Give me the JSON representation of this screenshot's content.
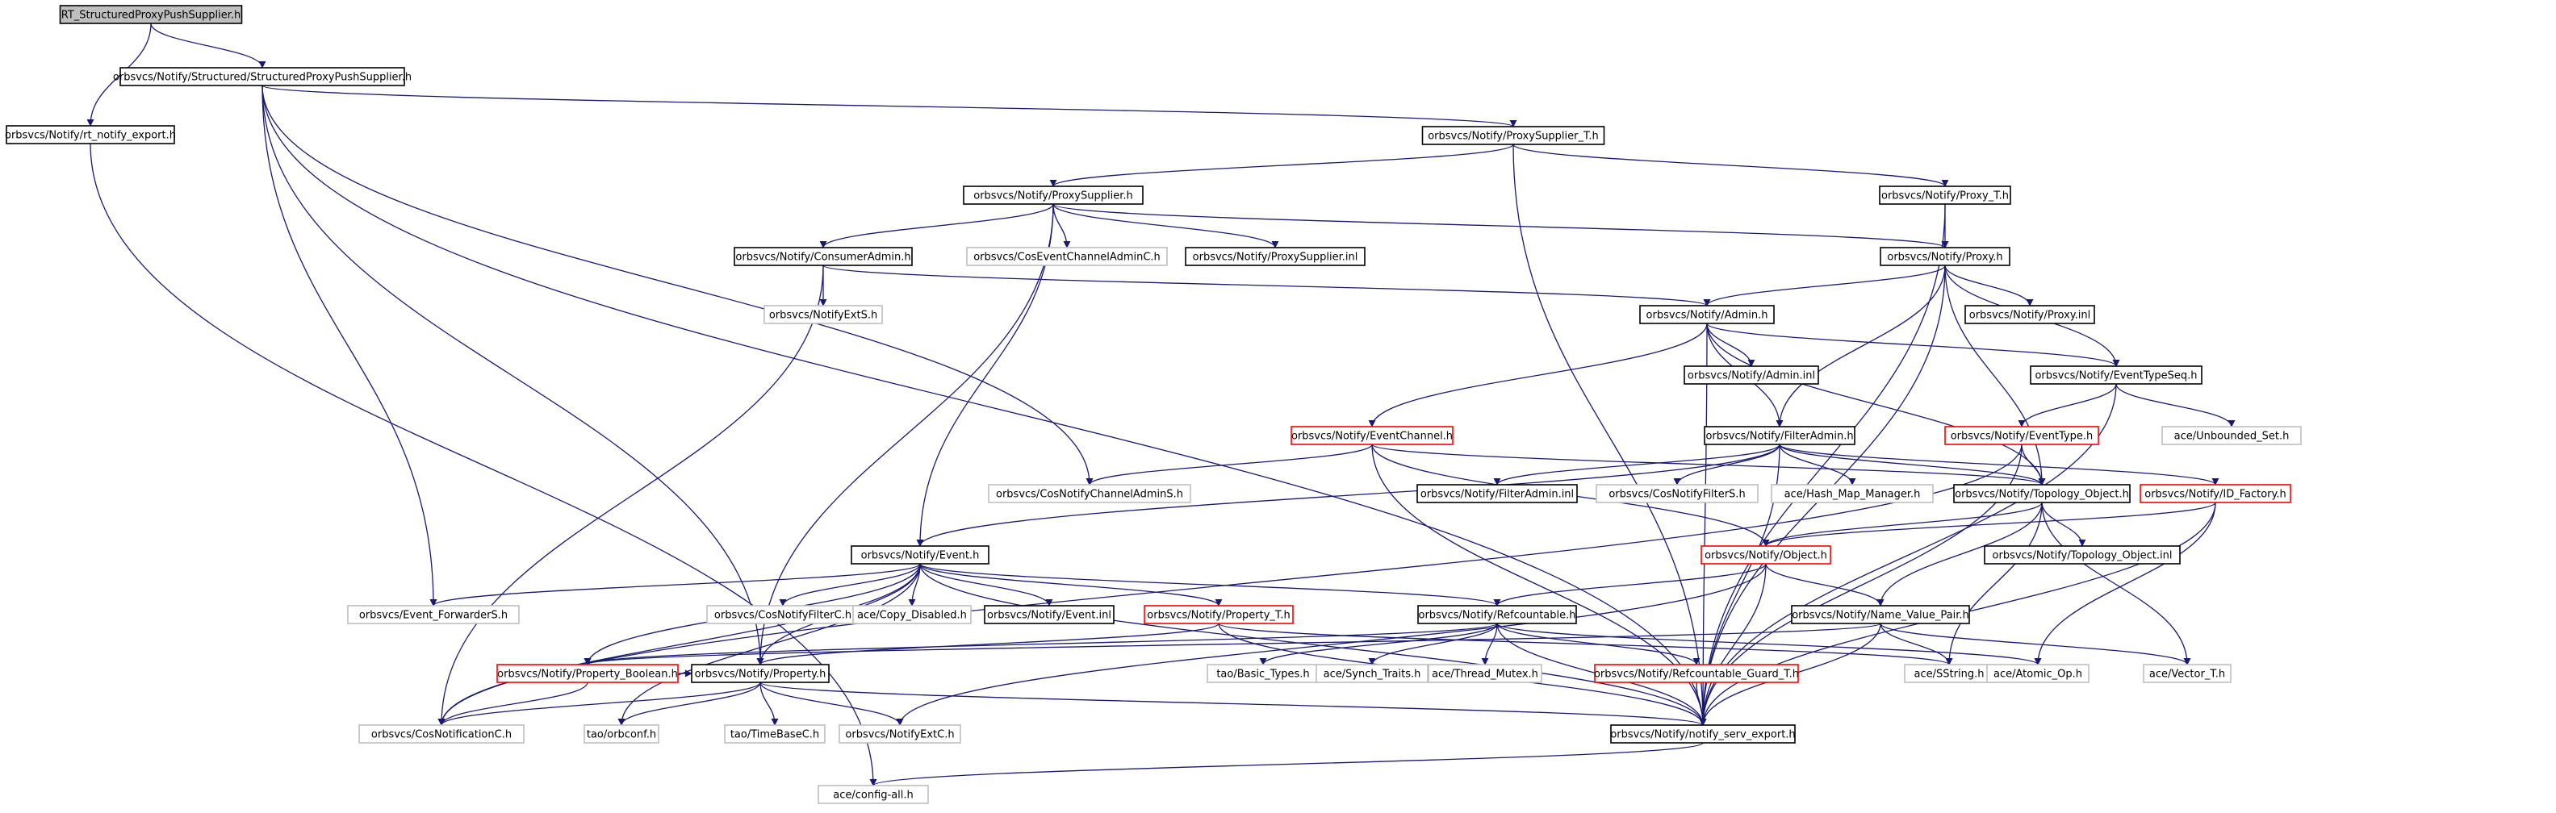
{
  "colors": {
    "edge": "#191970",
    "node_black_border": "#000000",
    "node_red_border": "#ff0000",
    "node_gray_border": "#bfbfbf",
    "root_fill": "#bfbfbf",
    "text": "#000000"
  },
  "nodes": [
    {
      "id": "root",
      "label": "RT_StructuredProxyPushSupplier.h",
      "style": "root"
    },
    {
      "id": "spps",
      "label": "orbsvcs/Notify/Structured/StructuredProxyPushSupplier.h",
      "style": "black"
    },
    {
      "id": "rtexp",
      "label": "orbsvcs/Notify/rt_notify_export.h",
      "style": "black"
    },
    {
      "id": "pst",
      "label": "orbsvcs/Notify/ProxySupplier_T.h",
      "style": "black"
    },
    {
      "id": "ps",
      "label": "orbsvcs/Notify/ProxySupplier.h",
      "style": "black"
    },
    {
      "id": "pt",
      "label": "orbsvcs/Notify/Proxy_T.h",
      "style": "black"
    },
    {
      "id": "ca",
      "label": "orbsvcs/Notify/ConsumerAdmin.h",
      "style": "black"
    },
    {
      "id": "cecac",
      "label": "orbsvcs/CosEventChannelAdminC.h",
      "style": "gray"
    },
    {
      "id": "psinl",
      "label": "orbsvcs/Notify/ProxySupplier.inl",
      "style": "black"
    },
    {
      "id": "proxy",
      "label": "orbsvcs/Notify/Proxy.h",
      "style": "black"
    },
    {
      "id": "nexts",
      "label": "orbsvcs/NotifyExtS.h",
      "style": "gray"
    },
    {
      "id": "admin",
      "label": "orbsvcs/Notify/Admin.h",
      "style": "black"
    },
    {
      "id": "proxyinl",
      "label": "orbsvcs/Notify/Proxy.inl",
      "style": "black"
    },
    {
      "id": "admininl",
      "label": "orbsvcs/Notify/Admin.inl",
      "style": "black"
    },
    {
      "id": "ets",
      "label": "orbsvcs/Notify/EventTypeSeq.h",
      "style": "black"
    },
    {
      "id": "ec",
      "label": "orbsvcs/Notify/EventChannel.h",
      "style": "red"
    },
    {
      "id": "fa",
      "label": "orbsvcs/Notify/FilterAdmin.h",
      "style": "black"
    },
    {
      "id": "et",
      "label": "orbsvcs/Notify/EventType.h",
      "style": "red"
    },
    {
      "id": "ubs",
      "label": "ace/Unbounded_Set.h",
      "style": "gray"
    },
    {
      "id": "cncas",
      "label": "orbsvcs/CosNotifyChannelAdminS.h",
      "style": "gray"
    },
    {
      "id": "fainl",
      "label": "orbsvcs/Notify/FilterAdmin.inl",
      "style": "black"
    },
    {
      "id": "cnfs",
      "label": "orbsvcs/CosNotifyFilterS.h",
      "style": "gray"
    },
    {
      "id": "hmm",
      "label": "ace/Hash_Map_Manager.h",
      "style": "gray"
    },
    {
      "id": "topo",
      "label": "orbsvcs/Notify/Topology_Object.h",
      "style": "black"
    },
    {
      "id": "idf",
      "label": "orbsvcs/Notify/ID_Factory.h",
      "style": "red"
    },
    {
      "id": "event",
      "label": "orbsvcs/Notify/Event.h",
      "style": "black"
    },
    {
      "id": "obj",
      "label": "orbsvcs/Notify/Object.h",
      "style": "red"
    },
    {
      "id": "topoinl",
      "label": "orbsvcs/Notify/Topology_Object.inl",
      "style": "black"
    },
    {
      "id": "efs",
      "label": "orbsvcs/Event_ForwarderS.h",
      "style": "gray"
    },
    {
      "id": "cnfc",
      "label": "orbsvcs/CosNotifyFilterC.h",
      "style": "gray"
    },
    {
      "id": "cd",
      "label": "ace/Copy_Disabled.h",
      "style": "gray"
    },
    {
      "id": "eventinl",
      "label": "orbsvcs/Notify/Event.inl",
      "style": "black"
    },
    {
      "id": "propt",
      "label": "orbsvcs/Notify/Property_T.h",
      "style": "red"
    },
    {
      "id": "ref",
      "label": "orbsvcs/Notify/Refcountable.h",
      "style": "black"
    },
    {
      "id": "nvp",
      "label": "orbsvcs/Notify/Name_Value_Pair.h",
      "style": "black"
    },
    {
      "id": "propb",
      "label": "orbsvcs/Notify/Property_Boolean.h",
      "style": "red"
    },
    {
      "id": "prop",
      "label": "orbsvcs/Notify/Property.h",
      "style": "black"
    },
    {
      "id": "tbt",
      "label": "tao/Basic_Types.h",
      "style": "gray"
    },
    {
      "id": "st",
      "label": "ace/Synch_Traits.h",
      "style": "gray"
    },
    {
      "id": "tm",
      "label": "ace/Thread_Mutex.h",
      "style": "gray"
    },
    {
      "id": "rgt",
      "label": "orbsvcs/Notify/Refcountable_Guard_T.h",
      "style": "red"
    },
    {
      "id": "sstr",
      "label": "ace/SString.h",
      "style": "gray"
    },
    {
      "id": "aop",
      "label": "ace/Atomic_Op.h",
      "style": "gray"
    },
    {
      "id": "vt",
      "label": "ace/Vector_T.h",
      "style": "gray"
    },
    {
      "id": "cnc",
      "label": "orbsvcs/CosNotificationC.h",
      "style": "gray"
    },
    {
      "id": "orbconf",
      "label": "tao/orbconf.h",
      "style": "gray"
    },
    {
      "id": "tbc",
      "label": "tao/TimeBaseC.h",
      "style": "gray"
    },
    {
      "id": "nextc",
      "label": "orbsvcs/NotifyExtC.h",
      "style": "gray"
    },
    {
      "id": "nse",
      "label": "orbsvcs/Notify/notify_serv_export.h",
      "style": "black"
    },
    {
      "id": "cfg",
      "label": "ace/config-all.h",
      "style": "gray"
    }
  ],
  "edges": [
    [
      "root",
      "spps"
    ],
    [
      "root",
      "rtexp"
    ],
    [
      "rtexp",
      "cfg"
    ],
    [
      "spps",
      "pst"
    ],
    [
      "spps",
      "efs"
    ],
    [
      "spps",
      "cncas"
    ],
    [
      "spps",
      "nse"
    ],
    [
      "spps",
      "prop"
    ],
    [
      "pst",
      "ps"
    ],
    [
      "pst",
      "pt"
    ],
    [
      "pst",
      "nse"
    ],
    [
      "ps",
      "ca"
    ],
    [
      "ps",
      "cecac"
    ],
    [
      "ps",
      "psinl"
    ],
    [
      "ps",
      "proxy"
    ],
    [
      "ps",
      "event"
    ],
    [
      "ps",
      "prop"
    ],
    [
      "pt",
      "proxy"
    ],
    [
      "pt",
      "nse"
    ],
    [
      "ca",
      "nexts"
    ],
    [
      "ca",
      "admin"
    ],
    [
      "ca",
      "cnc"
    ],
    [
      "proxy",
      "admin"
    ],
    [
      "proxy",
      "proxyinl"
    ],
    [
      "proxy",
      "ets"
    ],
    [
      "proxy",
      "fa"
    ],
    [
      "proxy",
      "topo"
    ],
    [
      "proxy",
      "nse"
    ],
    [
      "admin",
      "admininl"
    ],
    [
      "admin",
      "ets"
    ],
    [
      "admin",
      "ec"
    ],
    [
      "admin",
      "fa"
    ],
    [
      "admin",
      "topo"
    ],
    [
      "admin",
      "nse"
    ],
    [
      "ets",
      "et"
    ],
    [
      "ets",
      "ubs"
    ],
    [
      "ets",
      "nse"
    ],
    [
      "ec",
      "cncas"
    ],
    [
      "ec",
      "topo"
    ],
    [
      "ec",
      "obj"
    ],
    [
      "ec",
      "nse"
    ],
    [
      "fa",
      "fainl"
    ],
    [
      "fa",
      "cnfs"
    ],
    [
      "fa",
      "hmm"
    ],
    [
      "fa",
      "topo"
    ],
    [
      "fa",
      "idf"
    ],
    [
      "fa",
      "event"
    ],
    [
      "fa",
      "nse"
    ],
    [
      "et",
      "topo"
    ],
    [
      "et",
      "cnc"
    ],
    [
      "et",
      "nse"
    ],
    [
      "topo",
      "topoinl"
    ],
    [
      "topo",
      "obj"
    ],
    [
      "topo",
      "nvp"
    ],
    [
      "topo",
      "vt"
    ],
    [
      "topo",
      "sstr"
    ],
    [
      "idf",
      "obj"
    ],
    [
      "idf",
      "aop"
    ],
    [
      "idf",
      "nse"
    ],
    [
      "event",
      "efs"
    ],
    [
      "event",
      "cnfc"
    ],
    [
      "event",
      "cd"
    ],
    [
      "event",
      "eventinl"
    ],
    [
      "event",
      "propt"
    ],
    [
      "event",
      "ref"
    ],
    [
      "event",
      "propb"
    ],
    [
      "event",
      "prop"
    ],
    [
      "event",
      "cnc"
    ],
    [
      "event",
      "orbconf"
    ],
    [
      "event",
      "nse"
    ],
    [
      "obj",
      "ref"
    ],
    [
      "obj",
      "nvp"
    ],
    [
      "obj",
      "nextc"
    ],
    [
      "obj",
      "nse"
    ],
    [
      "propt",
      "prop"
    ],
    [
      "propt",
      "sstr"
    ],
    [
      "propt",
      "nse"
    ],
    [
      "ref",
      "tbt"
    ],
    [
      "ref",
      "st"
    ],
    [
      "ref",
      "tm"
    ],
    [
      "ref",
      "rgt"
    ],
    [
      "ref",
      "aop"
    ],
    [
      "ref",
      "nse"
    ],
    [
      "ref",
      "propb"
    ],
    [
      "nvp",
      "propb"
    ],
    [
      "nvp",
      "sstr"
    ],
    [
      "nvp",
      "vt"
    ],
    [
      "nvp",
      "nse"
    ],
    [
      "propb",
      "prop"
    ],
    [
      "propb",
      "cnc"
    ],
    [
      "prop",
      "cnc"
    ],
    [
      "prop",
      "orbconf"
    ],
    [
      "prop",
      "tbc"
    ],
    [
      "prop",
      "nextc"
    ],
    [
      "prop",
      "nse"
    ],
    [
      "rgt",
      "nse"
    ],
    [
      "nse",
      "cfg"
    ]
  ]
}
